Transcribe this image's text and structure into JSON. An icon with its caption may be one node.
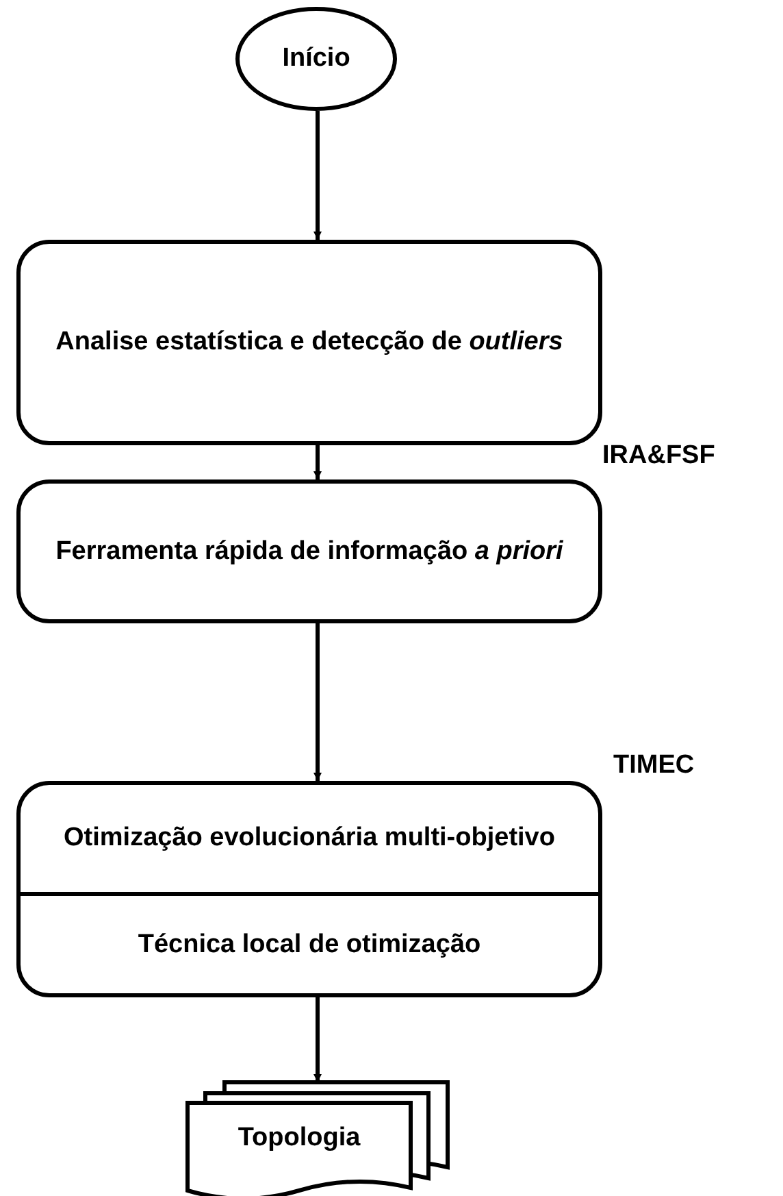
{
  "diagram": {
    "nodes": [
      {
        "text": [
          "Início"
        ]
      },
      {
        "text": [
          "Analise estatística e detecção de *outliers*"
        ]
      },
      {
        "text": [
          "Ferramenta rápida de informação *a priori*"
        ],
        "beside": [
          "IRA&FSF"
        ]
      },
      {
        "text": [
          "Otimização evolucionária multi-objetivo",
          "Técnica local de otimização"
        ],
        "beside": [
          "TIMEC"
        ]
      },
      {
        "text": [
          "Topologia"
        ]
      }
    ],
    "edges": [
      {
        "from": 0,
        "to": 1,
        "arrow": "to"
      },
      {
        "from": 1,
        "to": 2,
        "arrow": "to"
      },
      {
        "from": 2,
        "to": 3,
        "arrow": "to"
      },
      {
        "from": 3,
        "to": 4,
        "arrow": "to"
      }
    ]
  }
}
